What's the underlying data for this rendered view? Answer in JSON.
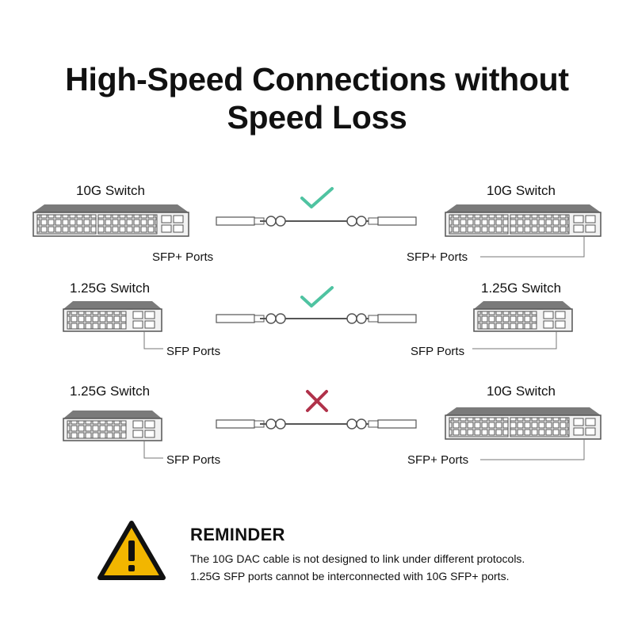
{
  "title": {
    "line1": "High-Speed Connections without",
    "line2": "Speed Loss"
  },
  "rows": [
    {
      "left_switch": "10G Switch",
      "left_ports": "SFP+ Ports",
      "right_switch": "10G Switch",
      "right_ports": "SFP+ Ports",
      "status": "check-icon"
    },
    {
      "left_switch": "1.25G Switch",
      "left_ports": "SFP Ports",
      "right_switch": "1.25G Switch",
      "right_ports": "SFP Ports",
      "status": "check-icon"
    },
    {
      "left_switch": "1.25G Switch",
      "left_ports": "SFP Ports",
      "right_switch": "10G Switch",
      "right_ports": "SFP+ Ports",
      "status": "cross-icon"
    }
  ],
  "reminder": {
    "title": "REMINDER",
    "line1": "The 10G DAC cable is not designed to link under different protocols.",
    "line2": "1.25G SFP ports cannot be interconnected with 10G SFP+ ports.",
    "icon": "warning-icon"
  },
  "colors": {
    "check": "#4fc3a1",
    "cross": "#b0324a",
    "warning": "#f2b600",
    "device": "#5c5c5c"
  }
}
